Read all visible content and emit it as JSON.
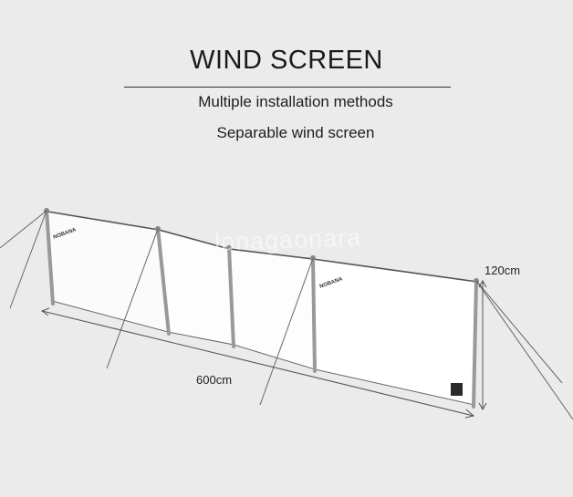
{
  "header": {
    "title": "WIND SCREEN",
    "line1": "Multiple installation methods",
    "line2": "Separable wind screen"
  },
  "illustration": {
    "brand_label": "NOBANA",
    "watermark": "lonagaonara",
    "dimensions": {
      "height": "120cm",
      "length": "600cm"
    }
  },
  "colors": {
    "background": "#ebebeb",
    "panel": "#ffffff",
    "pole": "#a8a8a8",
    "line": "#555555"
  }
}
